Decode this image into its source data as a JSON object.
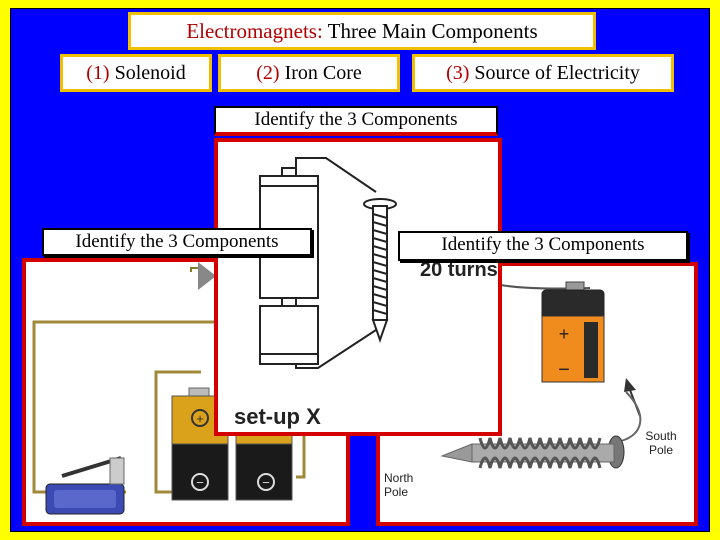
{
  "title": {
    "prefix": "Electromagnets:",
    "rest": " Three Main Components"
  },
  "components": [
    {
      "num": "(1)",
      "label": " Solenoid"
    },
    {
      "num": "(2)",
      "label": " Iron Core"
    },
    {
      "num": "(3)",
      "label": " Source of Electricity"
    }
  ],
  "identify_labels": {
    "top": "Identify the 3 Components",
    "left": "Identify the 3 Components",
    "right": "Identify the 3 Components"
  },
  "diagram_mid": {
    "turns_label": "20 turns",
    "setup_label": "set-up X"
  },
  "diagram_right": {
    "south_pole": [
      "South",
      "Pole"
    ],
    "north_pole": [
      "North",
      "Pole"
    ]
  },
  "colors": {
    "background": "#ffff00",
    "panel": "#0000ff",
    "title_accent": "#b00000",
    "photo_border": "#d40000",
    "battery_orange": "#f08c1e",
    "battery_gold": "#d9a21a",
    "switch_blue": "#3c4bb4"
  }
}
